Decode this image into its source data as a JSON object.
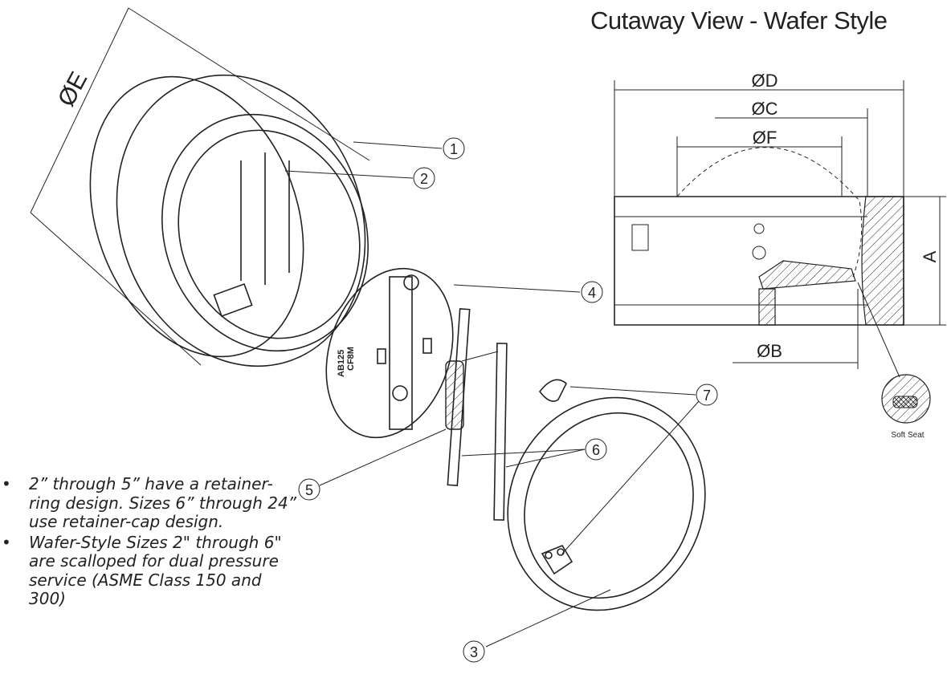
{
  "title": "Cutaway View - Wafer Style",
  "callouts": [
    "1",
    "2",
    "3",
    "4",
    "5",
    "6",
    "7"
  ],
  "dimensions": {
    "d": "ØD",
    "c": "ØC",
    "f": "ØF",
    "a": "A",
    "b": "ØB",
    "e": "ØE"
  },
  "detail_label": "Soft Seat",
  "disc_marking": {
    "line1": "AB125",
    "line2": "CF8M"
  },
  "notes": [
    "2” through 5” have a retainer-ring design. Sizes 6” through 24” use retainer-cap design.",
    "Wafer-Style Sizes 2\" through 6\" are scalloped for dual pressure service (ASME Class 150 and 300)"
  ],
  "bullet": "•"
}
